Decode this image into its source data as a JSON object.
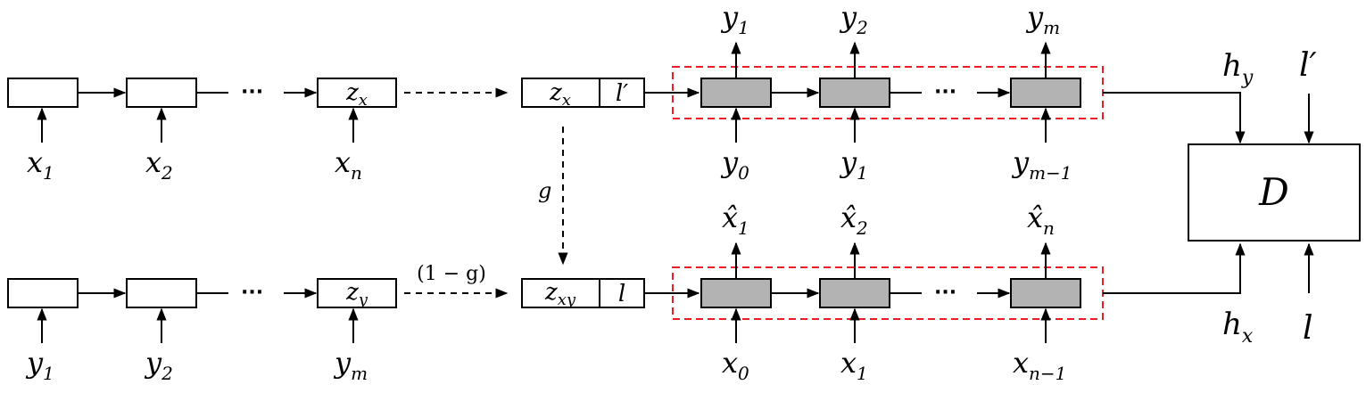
{
  "encoder_x": {
    "inputs": [
      {
        "base": "x",
        "sub": "1"
      },
      {
        "base": "x",
        "sub": "2"
      },
      {
        "base": "x",
        "sub": "n"
      }
    ],
    "state": {
      "base": "z",
      "sub": "x"
    },
    "ellipsis": "···"
  },
  "encoder_y": {
    "inputs": [
      {
        "base": "y",
        "sub": "1"
      },
      {
        "base": "y",
        "sub": "2"
      },
      {
        "base": "y",
        "sub": "m"
      }
    ],
    "state": {
      "base": "z",
      "sub": "y"
    },
    "ellipsis": "···"
  },
  "top_combined": {
    "left": {
      "base": "z",
      "sub": "x"
    },
    "right": "l′"
  },
  "bottom_combined": {
    "left": {
      "base": "z",
      "sub": "xy"
    },
    "right": "l"
  },
  "gate": {
    "g": "g",
    "one_minus_g": "(1 − g)"
  },
  "decoder_top": {
    "outputs": [
      {
        "base": "y",
        "sub": "1"
      },
      {
        "base": "y",
        "sub": "2"
      },
      {
        "base": "y",
        "sub": "m"
      }
    ],
    "inputs": [
      {
        "base": "y",
        "sub": "0"
      },
      {
        "base": "y",
        "sub": "1"
      },
      {
        "base": "y",
        "sub": "m−1"
      }
    ],
    "ellipsis": "···"
  },
  "decoder_bottom": {
    "outputs": [
      {
        "base": "x̂",
        "sub": "1"
      },
      {
        "base": "x̂",
        "sub": "2"
      },
      {
        "base": "x̂",
        "sub": "n"
      }
    ],
    "inputs": [
      {
        "base": "x",
        "sub": "0"
      },
      {
        "base": "x",
        "sub": "1"
      },
      {
        "base": "x",
        "sub": "n−1"
      }
    ],
    "ellipsis": "···"
  },
  "discriminator": {
    "label": "D",
    "top_inputs": [
      {
        "base": "h",
        "sub": "y"
      },
      {
        "base": "l′",
        "sub": ""
      }
    ],
    "bottom_inputs": [
      {
        "base": "h",
        "sub": "x"
      },
      {
        "base": "l",
        "sub": ""
      }
    ]
  },
  "colors": {
    "highlight_box": "#ee1c25",
    "decoder_cell": "#b3b3b3"
  }
}
